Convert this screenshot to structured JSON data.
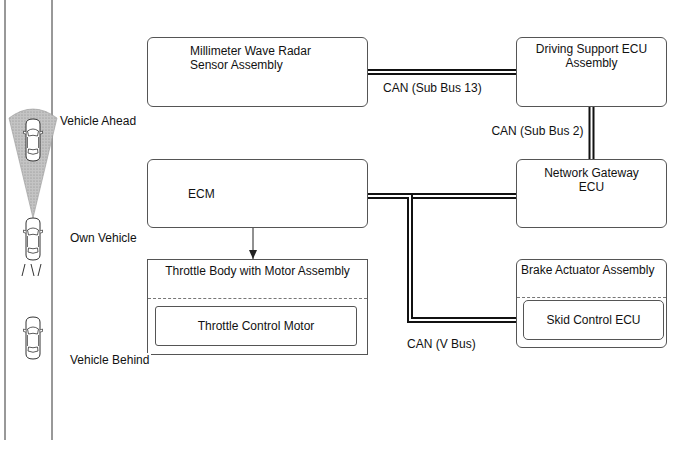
{
  "diagram": {
    "nodes": [
      {
        "text": [
          "Millimeter Wave Radar Sensor Assembly"
        ]
      },
      {
        "text": [
          "Driving Support ECU Assembly"
        ]
      },
      {
        "text": [
          "Network Gateway ECU"
        ]
      },
      {
        "text": [
          "ECM"
        ]
      },
      {
        "text": [
          "Throttle Body with Motor Assembly"
        ]
      },
      {
        "text": [
          "Throttle Control Motor"
        ],
        "in": 4
      },
      {
        "text": [
          "Brake Actuator Assembly"
        ]
      },
      {
        "text": [
          "Skid Control ECU"
        ],
        "in": 6
      }
    ],
    "edges": [
      {
        "from": 0,
        "to": 1,
        "label": "CAN (Sub Bus 13)",
        "arrow": "none"
      },
      {
        "from": 1,
        "to": 2,
        "label": "CAN (Sub Bus 2)",
        "arrow": "none"
      },
      {
        "from": 3,
        "to": 2,
        "arrow": "none"
      },
      {
        "from": 3,
        "to": 7,
        "label": "CAN (V Bus)",
        "arrow": "none"
      },
      {
        "from": 3,
        "to": 4,
        "arrow": "to"
      }
    ],
    "labels": [
      "Vehicle Ahead",
      "Own Vehicle",
      "Vehicle Behind"
    ]
  }
}
